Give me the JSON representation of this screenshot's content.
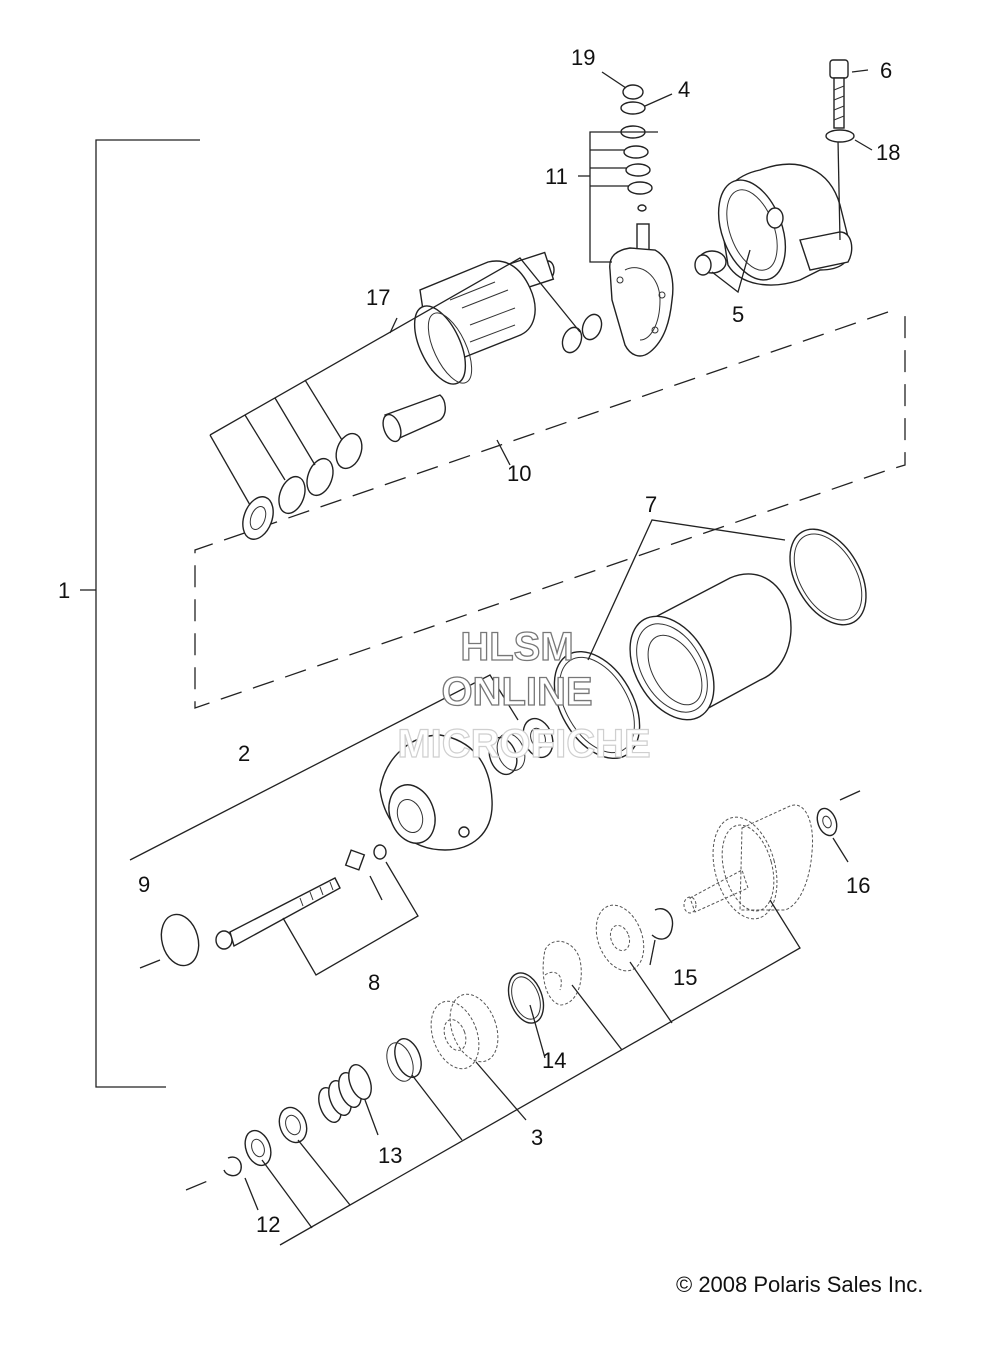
{
  "callouts": {
    "c1": "1",
    "c2": "2",
    "c3": "3",
    "c4": "4",
    "c5": "5",
    "c6": "6",
    "c7": "7",
    "c8": "8",
    "c9": "9",
    "c10": "10",
    "c11": "11",
    "c12": "12",
    "c13": "13",
    "c14": "14",
    "c15": "15",
    "c16": "16",
    "c17": "17",
    "c18": "18",
    "c19": "19"
  },
  "watermark": {
    "line1": "HLSM",
    "line2": "ONLINE",
    "line3": "MICROFICHE"
  },
  "copyright": "© 2008 Polaris Sales Inc."
}
